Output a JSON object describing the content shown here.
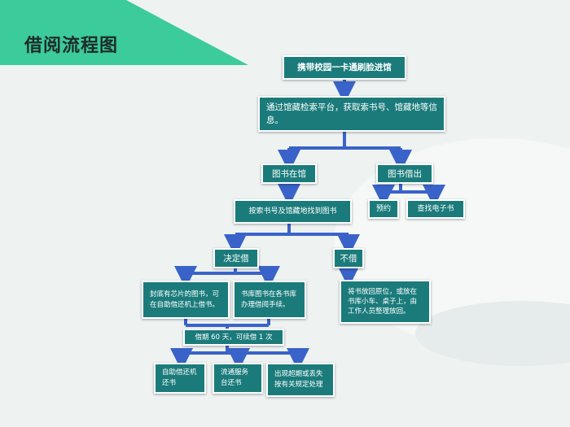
{
  "slide": {
    "title": "借阅流程图"
  },
  "colors": {
    "box_fill": "#1b7b7b",
    "connector": "#3a63c9",
    "title_accent": "#3ccb9a",
    "background": "#eef3f2"
  },
  "flow": {
    "entry": "携带校园一卡通刷脸进馆",
    "search_platform": "通过馆藏检索平台，获取索书号、馆藏地等信息。",
    "in_library": "图书在馆",
    "checked_out": "图书借出",
    "reserve": "预约",
    "find_ebook": "查找电子书",
    "locate_book": "按索书号及馆藏地找到图书",
    "decide_borrow": "决定借",
    "not_borrow": "不借",
    "chip_books": "封底有芯片的图书，可在自助借还机上借书。",
    "stack_books": "书库图书在各书库办理借阅手续。",
    "return_instruction": "将书放回原位，或放在书库小车、桌子上，由工作人员整理放回。",
    "loan_period": "借期 60 天，可续借 1 次",
    "self_return": "自助借还机还书",
    "desk_return": "流通服务台还书",
    "overdue": "出现超期或丢失按有关规定处理"
  }
}
